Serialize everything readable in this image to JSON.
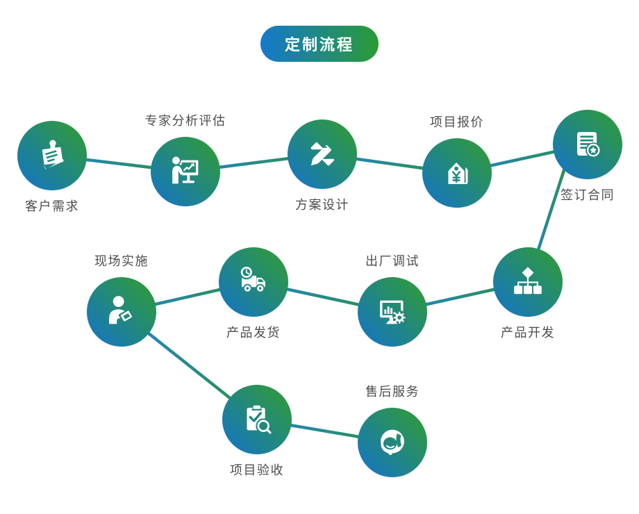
{
  "title": {
    "label": "定制流程"
  },
  "colors": {
    "brand_blue": "#1578cd",
    "brand_green": "#2b9b35",
    "connector_blue": "#1e82d2",
    "connector_green": "#2e9440",
    "label_text": "#4d4d4d",
    "title_text": "#ffffff",
    "icon_color": "#ffffff"
  },
  "nodes": [
    {
      "id": "customer-needs",
      "label": "客户需求",
      "icon": "pinned-note-icon",
      "label_position": "below"
    },
    {
      "id": "expert-analysis",
      "label": "专家分析评估",
      "icon": "presentation-chart-icon",
      "label_position": "above"
    },
    {
      "id": "solution-design",
      "label": "方案设计",
      "icon": "pencil-ruler-icon",
      "label_position": "below"
    },
    {
      "id": "project-quote",
      "label": "项目报价",
      "icon": "price-tag-icon",
      "label_position": "above"
    },
    {
      "id": "sign-contract",
      "label": "签订合同",
      "icon": "contract-seal-icon",
      "label_position": "below"
    },
    {
      "id": "product-development",
      "label": "产品开发",
      "icon": "org-chart-icon",
      "label_position": "below"
    },
    {
      "id": "factory-debugging",
      "label": "出厂调试",
      "icon": "monitor-gear-icon",
      "label_position": "above"
    },
    {
      "id": "product-shipping",
      "label": "产品发货",
      "icon": "delivery-truck-icon",
      "label_position": "below"
    },
    {
      "id": "onsite-implementation",
      "label": "现场实施",
      "icon": "person-tablet-icon",
      "label_position": "above"
    },
    {
      "id": "project-acceptance",
      "label": "项目验收",
      "icon": "clipboard-check-icon",
      "label_position": "below"
    },
    {
      "id": "after-sales",
      "label": "售后服务",
      "icon": "support-agent-icon",
      "label_position": "above"
    }
  ],
  "edges": [
    {
      "from": "customer-needs",
      "to": "expert-analysis"
    },
    {
      "from": "expert-analysis",
      "to": "solution-design"
    },
    {
      "from": "solution-design",
      "to": "project-quote"
    },
    {
      "from": "project-quote",
      "to": "sign-contract"
    },
    {
      "from": "sign-contract",
      "to": "product-development"
    },
    {
      "from": "product-development",
      "to": "factory-debugging"
    },
    {
      "from": "factory-debugging",
      "to": "product-shipping"
    },
    {
      "from": "product-shipping",
      "to": "onsite-implementation"
    },
    {
      "from": "onsite-implementation",
      "to": "project-acceptance"
    },
    {
      "from": "project-acceptance",
      "to": "after-sales"
    }
  ]
}
